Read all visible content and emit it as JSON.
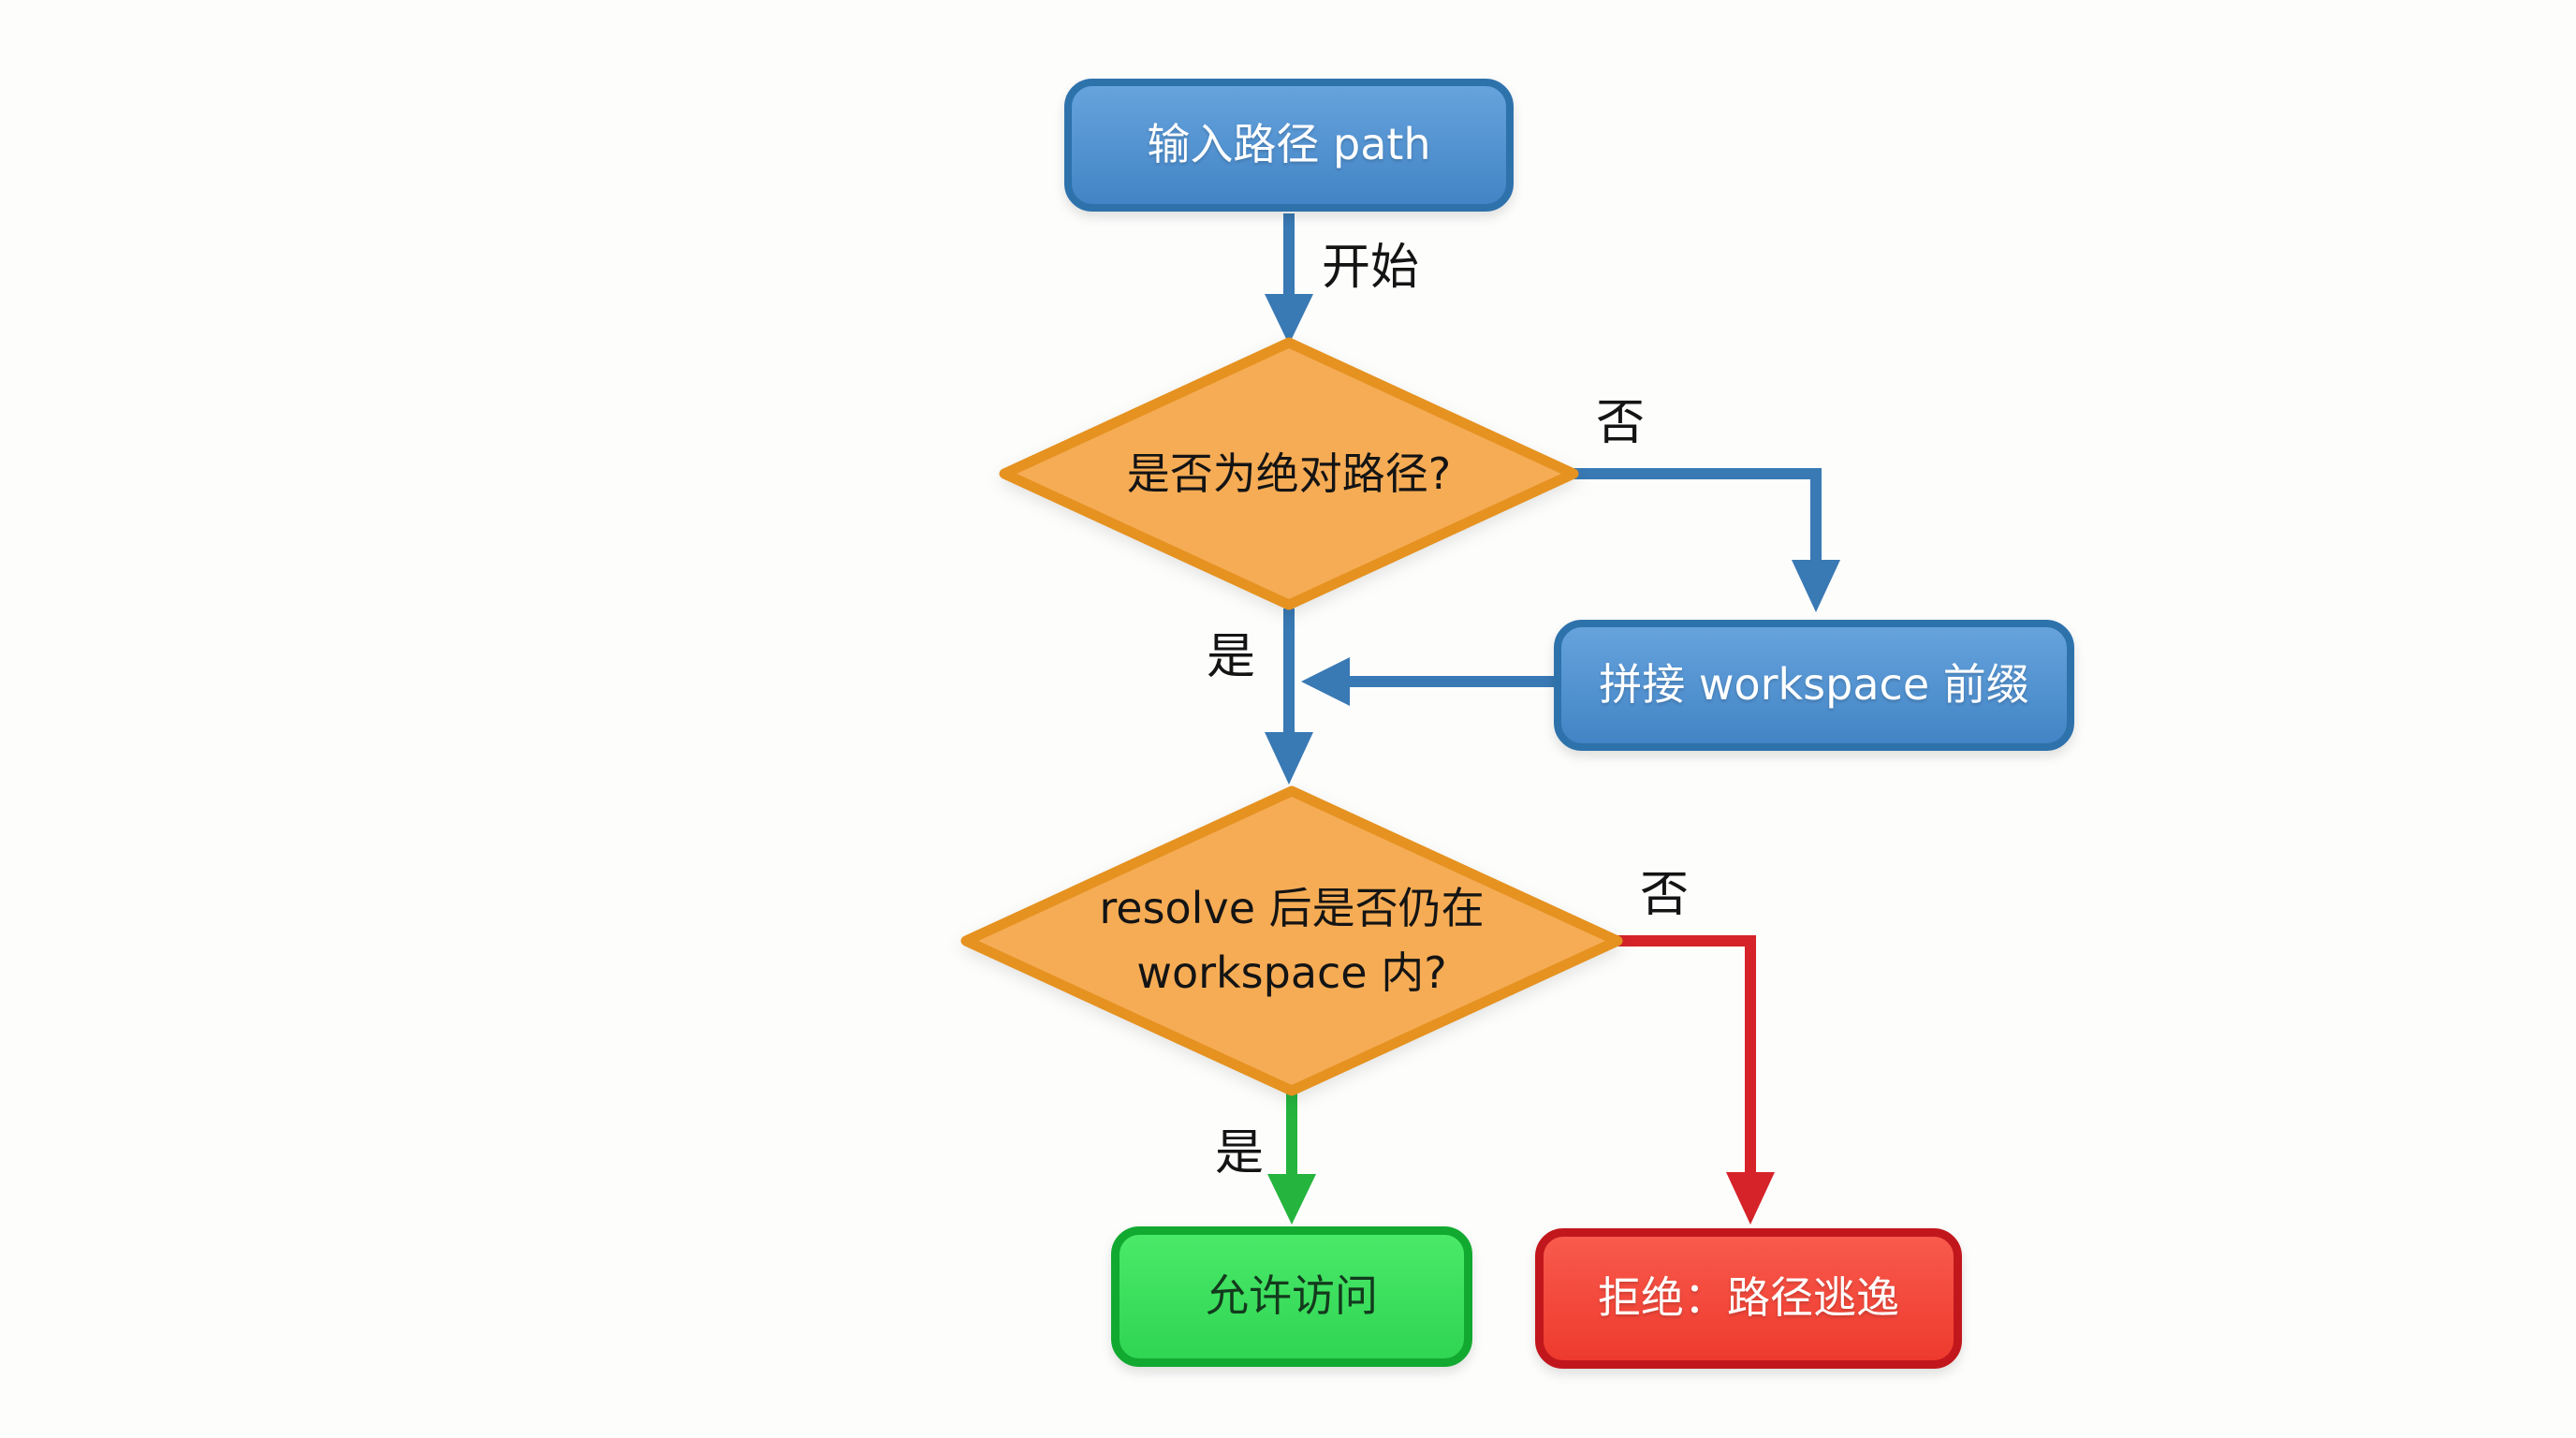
{
  "diagram_type": "flowchart",
  "nodes": {
    "input_path": {
      "type": "process",
      "label": "输入路径 path"
    },
    "is_absolute": {
      "type": "decision",
      "label": "是否为绝对路径?"
    },
    "prepend_workspace": {
      "type": "process",
      "label": "拼接 workspace 前缀"
    },
    "resolve_in_workspace": {
      "type": "decision",
      "label_line1": "resolve 后是否仍在",
      "label_line2": "workspace 内?"
    },
    "allow_access": {
      "type": "result-success",
      "label": "允许访问"
    },
    "deny_escape": {
      "type": "result-error",
      "label": "拒绝：路径逃逸"
    }
  },
  "edge_labels": {
    "start": "开始",
    "no_1": "否",
    "yes_1": "是",
    "no_2": "否",
    "yes_2": "是"
  },
  "edges": [
    {
      "from": "input_path",
      "to": "is_absolute",
      "label": "开始",
      "color": "blue"
    },
    {
      "from": "is_absolute",
      "to": "prepend_workspace",
      "label": "否",
      "color": "blue"
    },
    {
      "from": "prepend_workspace",
      "to": "resolve_in_workspace",
      "label": "",
      "color": "blue"
    },
    {
      "from": "is_absolute",
      "to": "resolve_in_workspace",
      "label": "是",
      "color": "blue"
    },
    {
      "from": "resolve_in_workspace",
      "to": "allow_access",
      "label": "是",
      "color": "green"
    },
    {
      "from": "resolve_in_workspace",
      "to": "deny_escape",
      "label": "否",
      "color": "red"
    }
  ],
  "colors": {
    "page-bg": "#fdfdfc",
    "blue-fill-top": "#66a3dd",
    "blue-fill-bottom": "#4284c5",
    "blue-border": "#2e72ac",
    "blue-line": "#3979b4",
    "orange-fill": "#f6ac55",
    "orange-border": "#e59220",
    "green-fill-top": "#4ae969",
    "green-fill-bottom": "#30d553",
    "green-border": "#12a930",
    "green-line": "#25b43e",
    "green-text": "#133a1d",
    "red-fill-top": "#f85a4c",
    "red-fill-bottom": "#ee3a2e",
    "red-border": "#c1171c",
    "red-line": "#d52329",
    "label-text": "#141414",
    "node-text-light": "#ffffff"
  }
}
